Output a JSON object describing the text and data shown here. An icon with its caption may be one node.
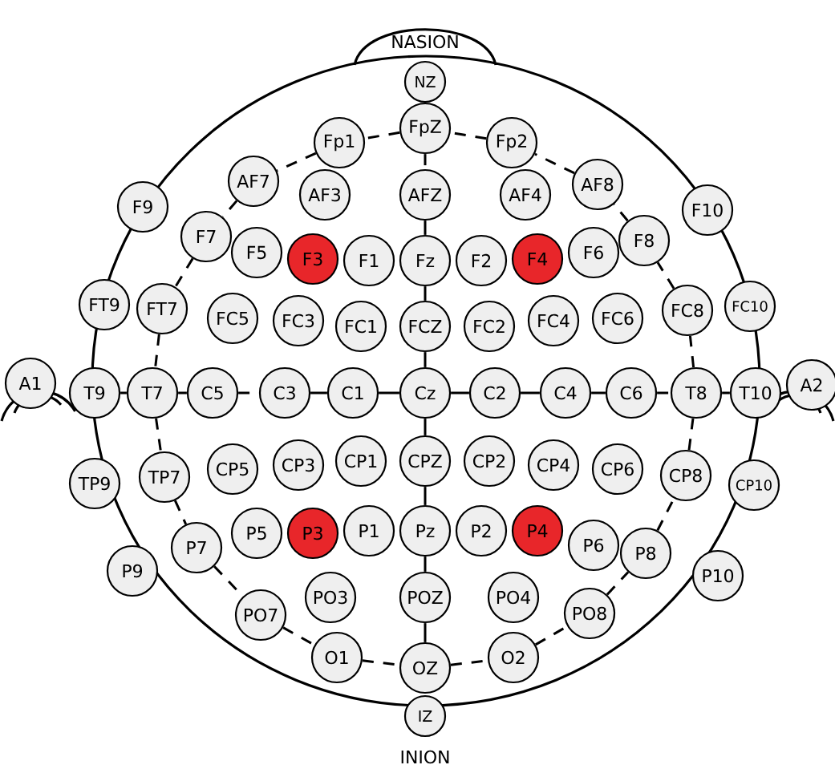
{
  "diagram": {
    "nodes": [
      {
        "text": [
          "NZ"
        ]
      },
      {
        "text": [
          "Fp1"
        ]
      },
      {
        "text": [
          "FpZ"
        ]
      },
      {
        "text": [
          "Fp2"
        ]
      },
      {
        "text": [
          "AF7"
        ]
      },
      {
        "text": [
          "AF3"
        ]
      },
      {
        "text": [
          "AFZ"
        ]
      },
      {
        "text": [
          "AF4"
        ]
      },
      {
        "text": [
          "AF8"
        ]
      },
      {
        "text": [
          "F9"
        ]
      },
      {
        "text": [
          "F10"
        ]
      },
      {
        "text": [
          "F7"
        ]
      },
      {
        "text": [
          "F5"
        ]
      },
      {
        "text": [
          "F3"
        ]
      },
      {
        "text": [
          "F1"
        ]
      },
      {
        "text": [
          "Fz"
        ]
      },
      {
        "text": [
          "F2"
        ]
      },
      {
        "text": [
          "F4"
        ]
      },
      {
        "text": [
          "F6"
        ]
      },
      {
        "text": [
          "F8"
        ]
      },
      {
        "text": [
          "FT9"
        ]
      },
      {
        "text": [
          "FT7"
        ]
      },
      {
        "text": [
          "FC5"
        ]
      },
      {
        "text": [
          "FC3"
        ]
      },
      {
        "text": [
          "FC1"
        ]
      },
      {
        "text": [
          "FCZ"
        ]
      },
      {
        "text": [
          "FC2"
        ]
      },
      {
        "text": [
          "FC4"
        ]
      },
      {
        "text": [
          "FC6"
        ]
      },
      {
        "text": [
          "FC8"
        ]
      },
      {
        "text": [
          "FC10"
        ]
      },
      {
        "text": [
          "A1"
        ]
      },
      {
        "text": [
          "T9"
        ]
      },
      {
        "text": [
          "T7"
        ]
      },
      {
        "text": [
          "C5"
        ]
      },
      {
        "text": [
          "C3"
        ]
      },
      {
        "text": [
          "C1"
        ]
      },
      {
        "text": [
          "Cz"
        ]
      },
      {
        "text": [
          "C2"
        ]
      },
      {
        "text": [
          "C4"
        ]
      },
      {
        "text": [
          "C6"
        ]
      },
      {
        "text": [
          "T8"
        ]
      },
      {
        "text": [
          "T10"
        ]
      },
      {
        "text": [
          "A2"
        ]
      },
      {
        "text": [
          "TP9"
        ]
      },
      {
        "text": [
          "TP7"
        ]
      },
      {
        "text": [
          "CP5"
        ]
      },
      {
        "text": [
          "CP3"
        ]
      },
      {
        "text": [
          "CP1"
        ]
      },
      {
        "text": [
          "CPZ"
        ]
      },
      {
        "text": [
          "CP2"
        ]
      },
      {
        "text": [
          "CP4"
        ]
      },
      {
        "text": [
          "CP6"
        ]
      },
      {
        "text": [
          "CP8"
        ]
      },
      {
        "text": [
          "CP10"
        ]
      },
      {
        "text": [
          "P9"
        ]
      },
      {
        "text": [
          "P7"
        ]
      },
      {
        "text": [
          "P5"
        ]
      },
      {
        "text": [
          "P3"
        ]
      },
      {
        "text": [
          "P1"
        ]
      },
      {
        "text": [
          "Pz"
        ]
      },
      {
        "text": [
          "P2"
        ]
      },
      {
        "text": [
          "P4"
        ]
      },
      {
        "text": [
          "P6"
        ]
      },
      {
        "text": [
          "P8"
        ]
      },
      {
        "text": [
          "P10"
        ]
      },
      {
        "text": [
          "PO7"
        ]
      },
      {
        "text": [
          "PO3"
        ]
      },
      {
        "text": [
          "POZ"
        ]
      },
      {
        "text": [
          "PO4"
        ]
      },
      {
        "text": [
          "PO8"
        ]
      },
      {
        "text": [
          "O1"
        ]
      },
      {
        "text": [
          "OZ"
        ]
      },
      {
        "text": [
          "O2"
        ]
      },
      {
        "text": [
          "IZ"
        ]
      }
    ],
    "edges": [
      {
        "from": 2,
        "to": 1,
        "arrow": "none",
        "style": "dashed"
      },
      {
        "from": 1,
        "to": 4,
        "arrow": "none",
        "style": "dashed"
      },
      {
        "from": 4,
        "to": 11,
        "arrow": "none",
        "style": "dashed"
      },
      {
        "from": 11,
        "to": 21,
        "arrow": "none",
        "style": "dashed"
      },
      {
        "from": 21,
        "to": 33,
        "arrow": "none",
        "style": "dashed"
      },
      {
        "from": 33,
        "to": 45,
        "arrow": "none",
        "style": "dashed"
      },
      {
        "from": 45,
        "to": 56,
        "arrow": "none",
        "style": "dashed"
      },
      {
        "from": 56,
        "to": 66,
        "arrow": "none",
        "style": "dashed"
      },
      {
        "from": 66,
        "to": 71,
        "arrow": "none",
        "style": "dashed"
      },
      {
        "from": 71,
        "to": 72,
        "arrow": "none",
        "style": "dashed"
      },
      {
        "from": 72,
        "to": 73,
        "arrow": "none",
        "style": "dashed"
      },
      {
        "from": 73,
        "to": 70,
        "arrow": "none",
        "style": "dashed"
      },
      {
        "from": 70,
        "to": 64,
        "arrow": "none",
        "style": "dashed"
      },
      {
        "from": 64,
        "to": 53,
        "arrow": "none",
        "style": "dashed"
      },
      {
        "from": 53,
        "to": 41,
        "arrow": "none",
        "style": "dashed"
      },
      {
        "from": 41,
        "to": 29,
        "arrow": "none",
        "style": "dashed"
      },
      {
        "from": 29,
        "to": 19,
        "arrow": "none",
        "style": "dashed"
      },
      {
        "from": 19,
        "to": 8,
        "arrow": "none",
        "style": "dashed"
      },
      {
        "from": 8,
        "to": 3,
        "arrow": "none",
        "style": "dashed"
      },
      {
        "from": 3,
        "to": 2,
        "arrow": "none",
        "style": "dashed"
      },
      {
        "from": 2,
        "to": 6,
        "arrow": "none",
        "style": "dashed"
      },
      {
        "from": 6,
        "to": 15,
        "arrow": "none"
      },
      {
        "from": 15,
        "to": 25,
        "arrow": "none"
      },
      {
        "from": 25,
        "to": 37,
        "arrow": "none"
      },
      {
        "from": 37,
        "to": 49,
        "arrow": "none"
      },
      {
        "from": 49,
        "to": 60,
        "arrow": "none"
      },
      {
        "from": 60,
        "to": 68,
        "arrow": "none"
      },
      {
        "from": 68,
        "to": 72,
        "arrow": "none"
      },
      {
        "from": 32,
        "to": 33,
        "arrow": "none"
      },
      {
        "from": 33,
        "to": 34,
        "arrow": "none"
      },
      {
        "from": 34,
        "to": 35,
        "arrow": "none",
        "style": "dashed"
      },
      {
        "from": 35,
        "to": 36,
        "arrow": "none"
      },
      {
        "from": 36,
        "to": 37,
        "arrow": "none"
      },
      {
        "from": 37,
        "to": 38,
        "arrow": "none"
      },
      {
        "from": 38,
        "to": 39,
        "arrow": "none"
      },
      {
        "from": 39,
        "to": 40,
        "arrow": "none"
      },
      {
        "from": 40,
        "to": 41,
        "arrow": "none",
        "style": "dashed"
      },
      {
        "from": 41,
        "to": 42,
        "arrow": "none"
      }
    ],
    "labels": [
      "NASION",
      "INION"
    ]
  }
}
